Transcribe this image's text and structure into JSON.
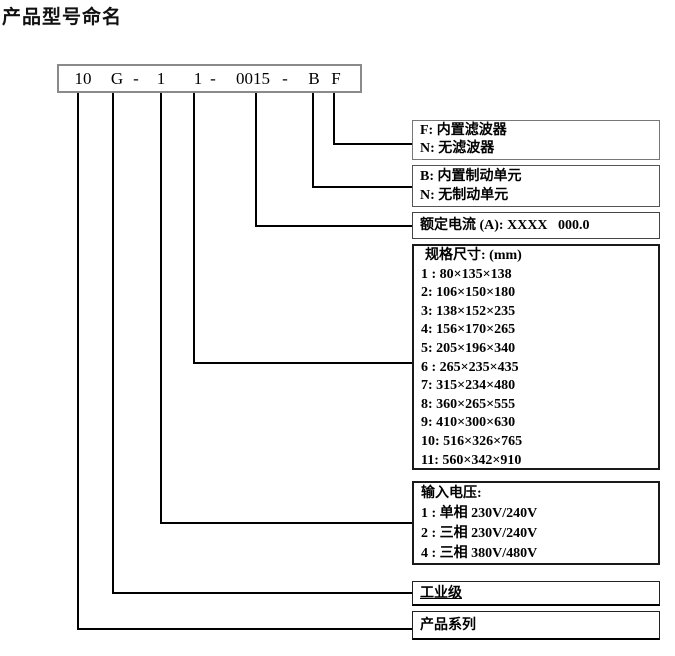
{
  "title": "产品型号命名",
  "model_code": {
    "full": "10 G - 1 1 - 0015 - B F",
    "segments": [
      "10",
      "G",
      "-",
      "1",
      "1",
      "-",
      "0015",
      "-",
      "B",
      "F"
    ]
  },
  "legend_boxes": {
    "filter": {
      "lines": [
        "F: 内置滤波器",
        "N: 无滤波器"
      ]
    },
    "brake": {
      "lines": [
        "B: 内置制动单元",
        "N: 无制动单元"
      ]
    },
    "rated_current": {
      "lines": [
        "额定电流 (A): XXXX   000.0"
      ]
    },
    "frame_size": {
      "lines": [
        "规格尺寸: (mm)",
        "1 : 80×135×138",
        "2: 106×150×180",
        "3: 138×152×235",
        "4: 156×170×265",
        "5: 205×196×340",
        "6 : 265×235×435",
        "7: 315×234×480",
        "8: 360×265×555",
        "9: 410×300×630",
        "10: 516×326×765",
        "11: 560×342×910"
      ]
    },
    "input_voltage": {
      "lines": [
        "输入电压:",
        "1 : 单相 230V/240V",
        "2 : 三相 230V/240V",
        "4 : 三相 380V/480V"
      ]
    },
    "industrial": {
      "lines": [
        "工业级"
      ]
    },
    "series": {
      "lines": [
        "产品系列"
      ]
    }
  },
  "colors": {
    "background": "#ffffff",
    "text": "#000000",
    "line": "#000000",
    "code_box_border": "#8a8a8a"
  }
}
